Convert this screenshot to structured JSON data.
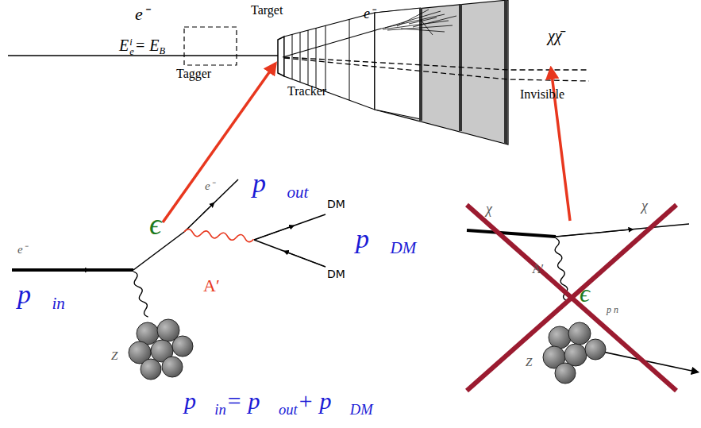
{
  "diagram": {
    "labels": [
      "e⁻",
      "E",
      "i",
      "e",
      "= E",
      "B",
      "Target",
      "Tagger",
      "Tracker",
      "e⁻",
      "χχ̄",
      "Invisible",
      "e⁻",
      "p⃗",
      "in",
      "ϵ",
      "e⁻",
      "p⃗",
      "out",
      "DM",
      "DM",
      "p⃗",
      "DM",
      "A′",
      "Z",
      "p⃗",
      "in",
      "= p⃗",
      "out",
      "+ p⃗",
      "DM",
      "χ",
      "χ",
      "A′",
      "ϵ",
      "p n",
      "Z"
    ]
  }
}
